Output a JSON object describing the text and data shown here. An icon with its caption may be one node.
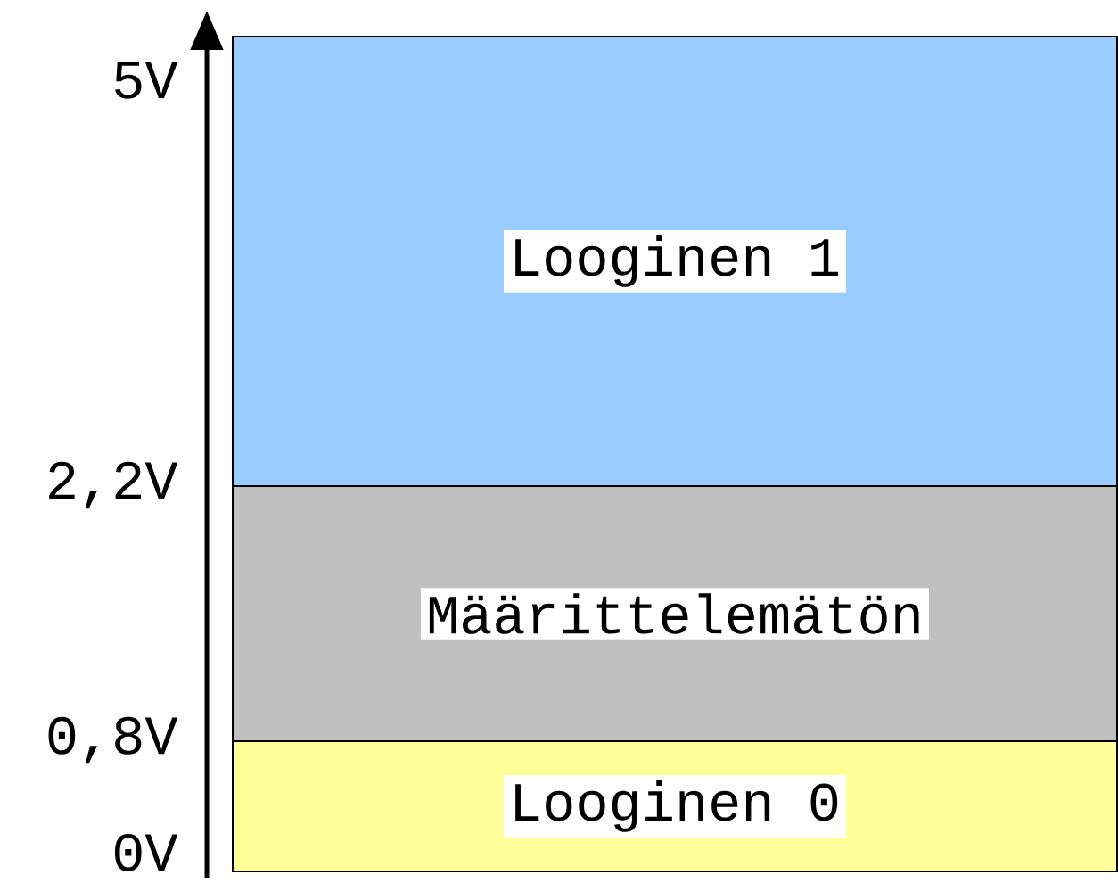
{
  "diagram": {
    "nodes": [
      {
        "text": [
          "Looginen 1"
        ]
      },
      {
        "text": [
          "Määrittelemätön"
        ]
      },
      {
        "text": [
          "Looginen 0"
        ]
      }
    ],
    "labels": [
      "5V",
      "2,2V",
      "0,8V",
      "0V"
    ]
  }
}
